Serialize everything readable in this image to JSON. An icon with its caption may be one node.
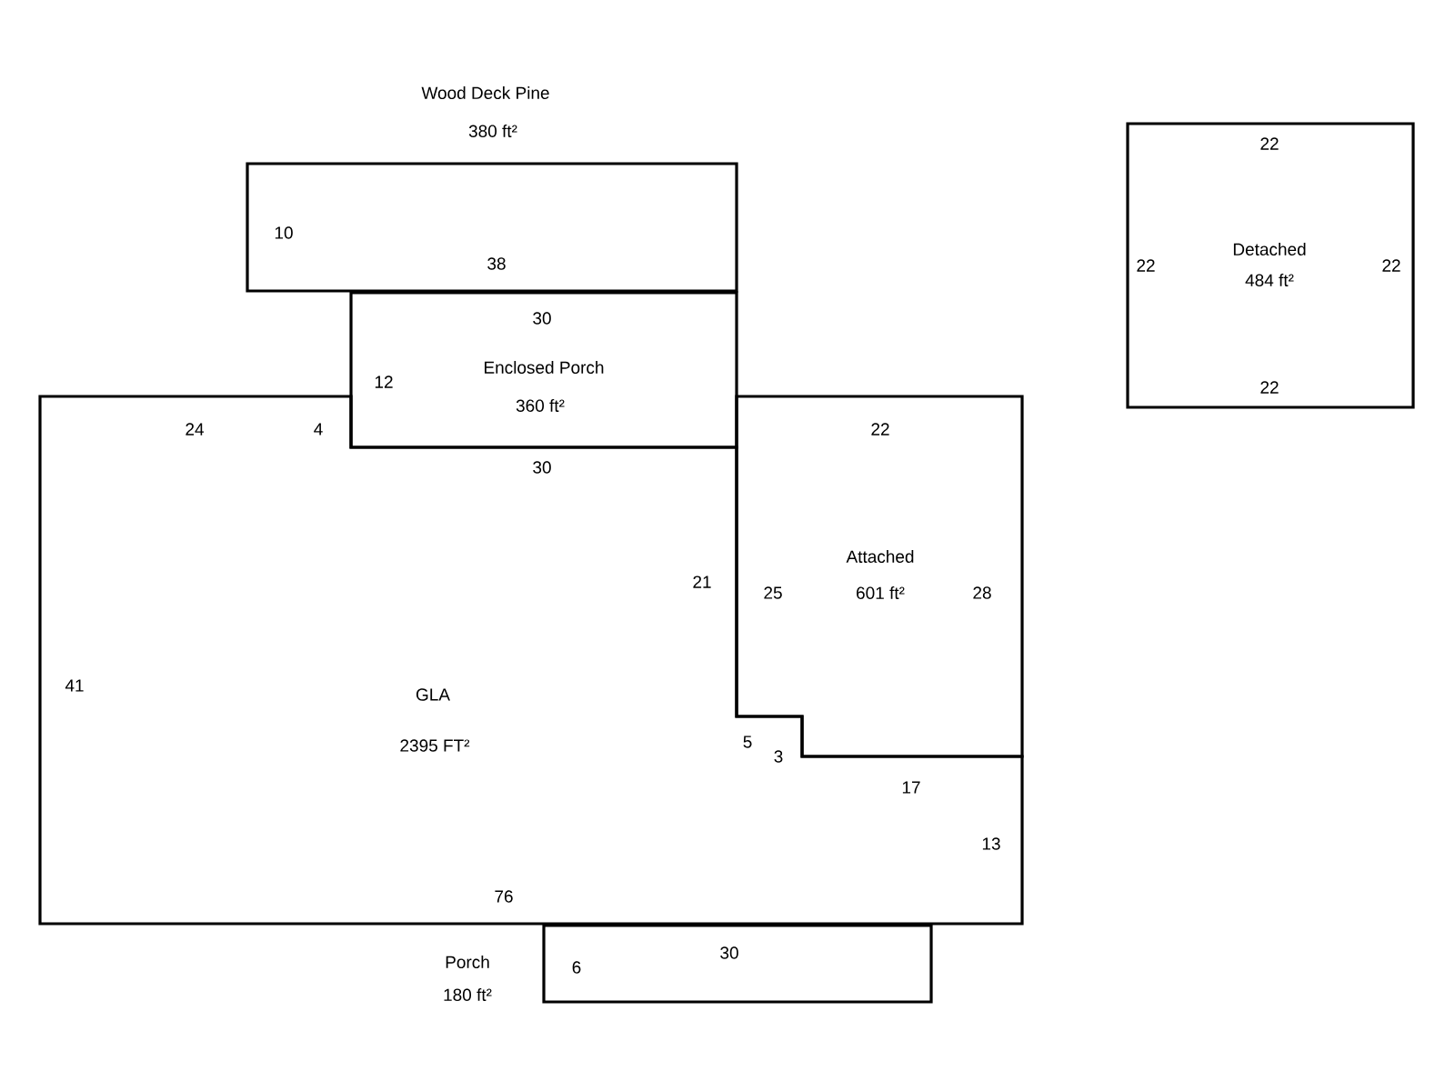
{
  "diagram": {
    "nodes": [
      {
        "text": [
          "Wood Deck Pine",
          "380 ft²"
        ]
      },
      {
        "text": [
          "Enclosed Porch",
          "360 ft²"
        ]
      },
      {
        "text": [
          "GLA",
          "2395 FT²"
        ]
      },
      {
        "text": [
          "Attached",
          "601 ft²"
        ]
      },
      {
        "text": [],
        "shape": "box",
        "beside": [
          "Porch",
          "180 ft²"
        ]
      },
      {
        "text": [
          "Detached",
          "484 ft²"
        ]
      }
    ],
    "labels": [
      "22",
      "10",
      "38",
      "22",
      "22",
      "30",
      "12",
      "22",
      "24",
      "4",
      "22",
      "30",
      "21",
      "25",
      "28",
      "41",
      "5",
      "3",
      "17",
      "13",
      "76",
      "30",
      "6"
    ]
  }
}
